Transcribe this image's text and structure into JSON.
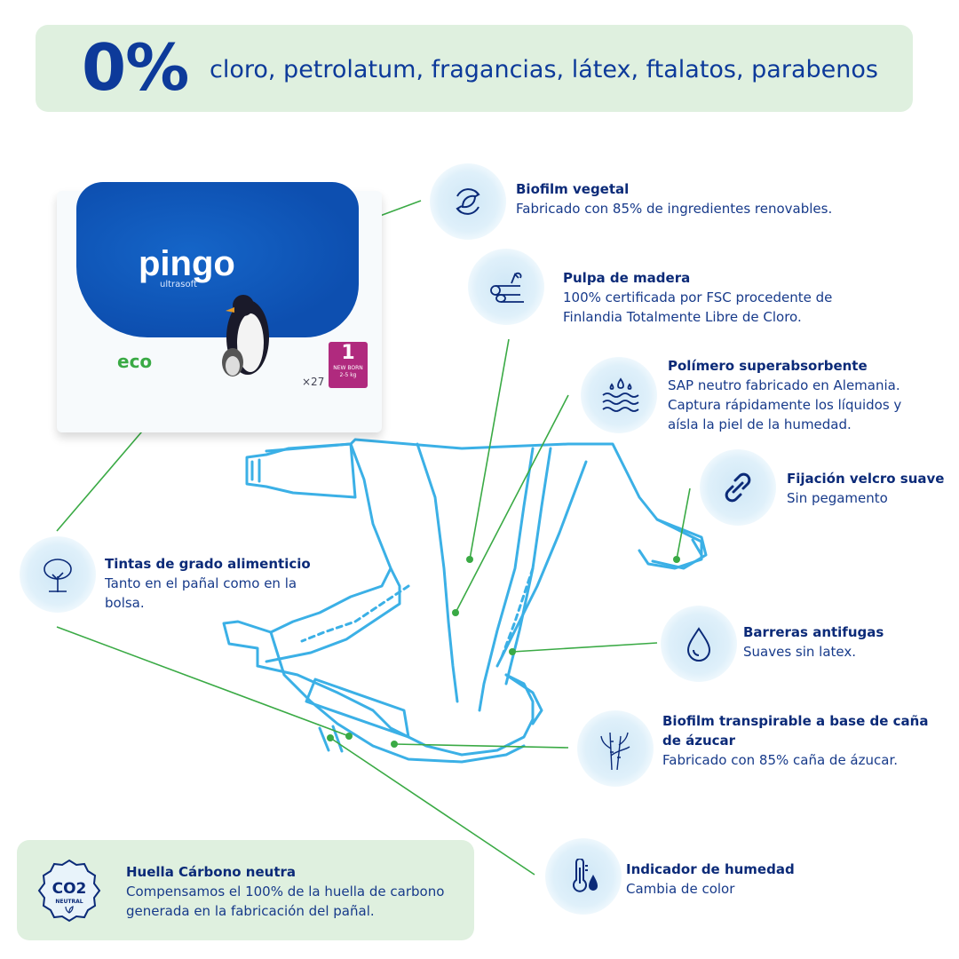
{
  "banner": {
    "zero": "0%",
    "ingredients": "cloro, petrolatum, fragancias, látex, ftalatos, parabenos"
  },
  "package": {
    "brand": "pingo",
    "subbrand": "ultrasoft",
    "eco_label": "eco",
    "size_number": "1",
    "size_label": "NEW BORN",
    "size_weight": "2-5 kg",
    "count": "×27"
  },
  "features": [
    {
      "icon": "recycle-leaf-icon",
      "title": "Biofilm vegetal",
      "text": "Fabricado con 85% de ingredientes renovables."
    },
    {
      "icon": "wood-logs-icon",
      "title": "Pulpa de madera",
      "text": "100% certificada por FSC procedente de Finlandia Totalmente Libre de Cloro."
    },
    {
      "icon": "water-drops-icon",
      "title": "Polímero superabsorbente",
      "text": "SAP neutro fabricado en Alemania. Captura rápidamente los líquidos y aísla la piel de la humedad."
    },
    {
      "icon": "chain-link-icon",
      "title": "Fijación velcro suave",
      "text": "Sin pegamento"
    },
    {
      "icon": "tree-icon",
      "title": "Tintas de grado alimenticio",
      "text": "Tanto en el pañal como en la bolsa."
    },
    {
      "icon": "water-drop-icon",
      "title": "Barreras antifugas",
      "text": "Suaves sin latex."
    },
    {
      "icon": "sugar-cane-icon",
      "title": "Biofilm transpirable a base de caña de ázucar",
      "text": "Fabricado con 85% caña de ázucar."
    },
    {
      "icon": "thermometer-drop-icon",
      "title": "Indicador de humedad",
      "text": "Cambia de color"
    },
    {
      "icon": "co2-neutral-icon",
      "title": "Huella Cárbono neutra",
      "text": "Compensamos el 100% de la huella de carbono generada en la fabricación del pañal."
    }
  ],
  "co2_badge": {
    "main": "CO2",
    "sub": "NEUTRAL"
  },
  "colors": {
    "accent": "#0d3a9a",
    "green": "#3aaa45",
    "diaper": "#3bb0e6",
    "banner_bg": "#dff0df"
  }
}
